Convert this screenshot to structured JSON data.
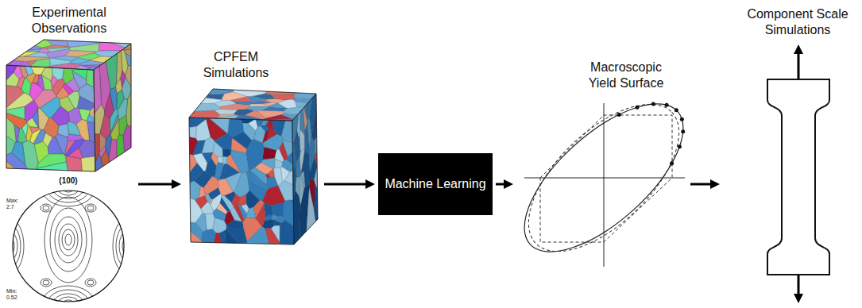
{
  "diagram": {
    "nodes": [
      {
        "text": [
          "Experimental Observations"
        ]
      },
      {
        "text": [
          "CPFEM Simulations"
        ]
      },
      {
        "text": [
          "Machine Learning"
        ]
      },
      {
        "text": [
          "Macroscopic Yield Surface"
        ]
      },
      {
        "text": [
          "Component Scale Simulations"
        ]
      }
    ],
    "edges": [
      {
        "from": 0,
        "to": 1,
        "arrow": "to"
      },
      {
        "from": 1,
        "to": 2,
        "arrow": "to"
      },
      {
        "from": 2,
        "to": 3,
        "arrow": "to"
      },
      {
        "from": 3,
        "to": 4,
        "arrow": "to"
      }
    ],
    "labels": [
      "(100)",
      "Max: 2.7",
      "Min: 0.52"
    ]
  }
}
